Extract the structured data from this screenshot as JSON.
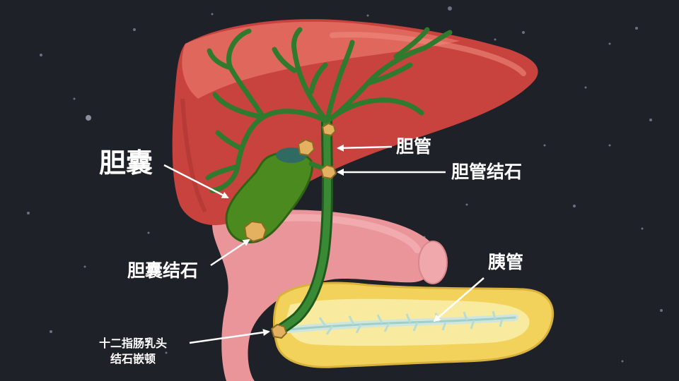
{
  "labels": {
    "gallbladder": "胆囊",
    "bile_duct": "胆管",
    "bile_duct_stone": "胆管结石",
    "gallbladder_stone": "胆囊结石",
    "pancreatic_duct": "胰管",
    "papilla_line1": "十二指肠乳头",
    "papilla_line2": "结石嵌顿"
  },
  "colors": {
    "background": "#1f2128",
    "liver": "#c8433e",
    "liver_light": "#e0675c",
    "duct": "#2f7a2c",
    "gallbladder": "#4a8a1e",
    "stomach": "#e9959a",
    "pancreas": "#f2d25b",
    "stone": "#e3b15f",
    "label_text": "#ffffff"
  }
}
